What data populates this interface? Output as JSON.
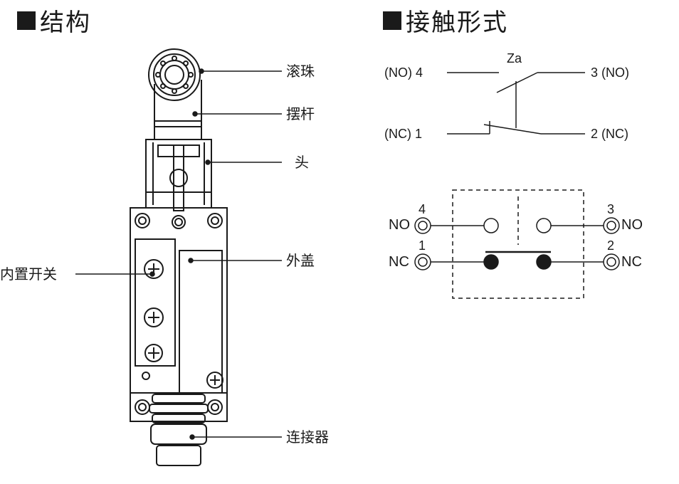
{
  "structure": {
    "title": "结构",
    "labels": {
      "roller": "滚珠",
      "lever": "摆杆",
      "head": "头",
      "internal_switch": "内置开关",
      "cover": "外盖",
      "connector": "连接器"
    }
  },
  "contact": {
    "title": "接触形式",
    "type_label": "Za",
    "schematic_terminals": {
      "t4": "(NO) 4",
      "t3": "3 (NO)",
      "t1": "(NC) 1",
      "t2": "2 (NC)"
    },
    "terminal_numbers": {
      "n4": "4",
      "n3": "3",
      "n1": "1",
      "n2": "2"
    },
    "terminal_types": {
      "no_left": "NO",
      "no_right": "NO",
      "nc_left": "NC",
      "nc_right": "NC"
    }
  },
  "colors": {
    "ink": "#1a1a1a",
    "background": "#ffffff"
  }
}
